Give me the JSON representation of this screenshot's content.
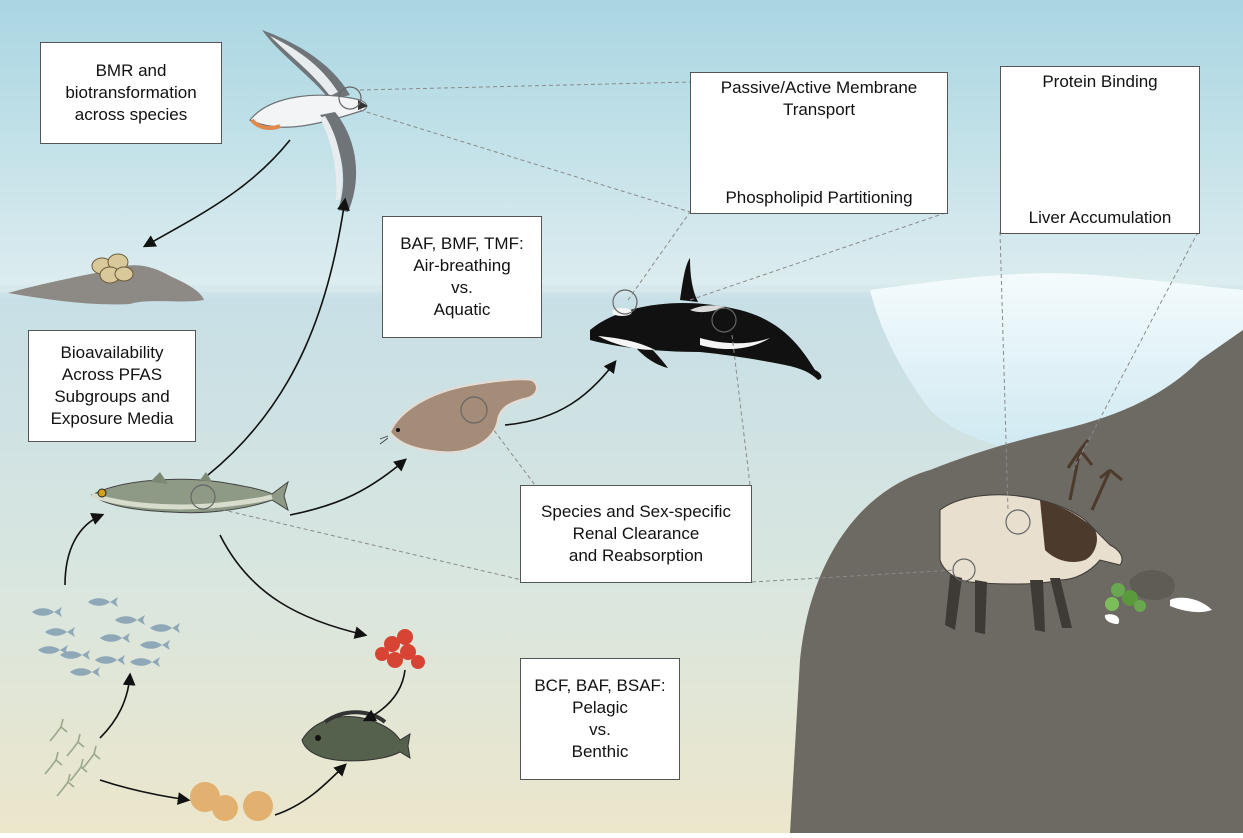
{
  "labels": {
    "bmr": "BMR and\nbiotransformation\nacross species",
    "membrane_title": "Passive/Active Membrane\nTransport",
    "membrane_sub": "Phospholipid Partitioning",
    "protein_title": "Protein Binding",
    "protein_sub": "Liver Accumulation",
    "baf_bmf_tmf": "BAF, BMF, TMF:\nAir-breathing\nvs.\nAquatic",
    "bioavailability": "Bioavailability\nAcross PFAS\nSubgroups and\nExposure Media",
    "renal": "Species and Sex-specific\nRenal Clearance\nand Reabsorption",
    "bcf_baf_bsaf": "BCF, BAF, BSAF:\nPelagic\nvs.\nBenthic"
  },
  "icons": [
    "seabird-icon",
    "eggs-icon",
    "orca-icon",
    "seal-icon",
    "fish-icon",
    "fish-school-icon",
    "plankton-icon",
    "zooplankton-icon",
    "fish-eggs-icon",
    "benthic-fish-icon",
    "elk-icon",
    "lipid-bilayer-icon",
    "protein-structure-icon",
    "iceberg-icon",
    "vegetation-icon"
  ],
  "colors": {
    "sky": "#bfe3ea",
    "water": "#cde4e6",
    "seabed": "#e9e5cf",
    "land": "#6e6a64",
    "box_border": "#555555",
    "arrow": "#111111"
  }
}
